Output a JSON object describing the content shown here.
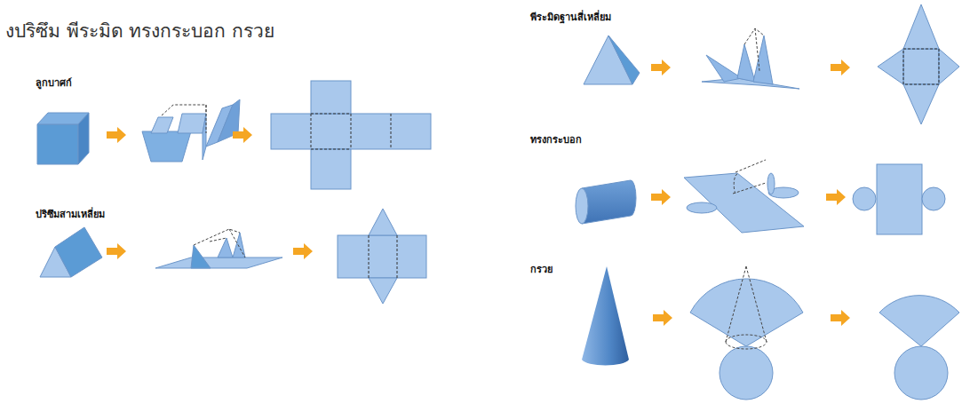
{
  "diagram": {
    "title": "งปริซึม พีระมิด ทรงกระบอก กรวย",
    "labels": [
      "ลูกบาศก์",
      "ปริซึมสามเหลี่ยม",
      "พีระมิดฐานสี่เหลี่ยม",
      "ทรงกระบอก",
      "กรวย"
    ]
  }
}
